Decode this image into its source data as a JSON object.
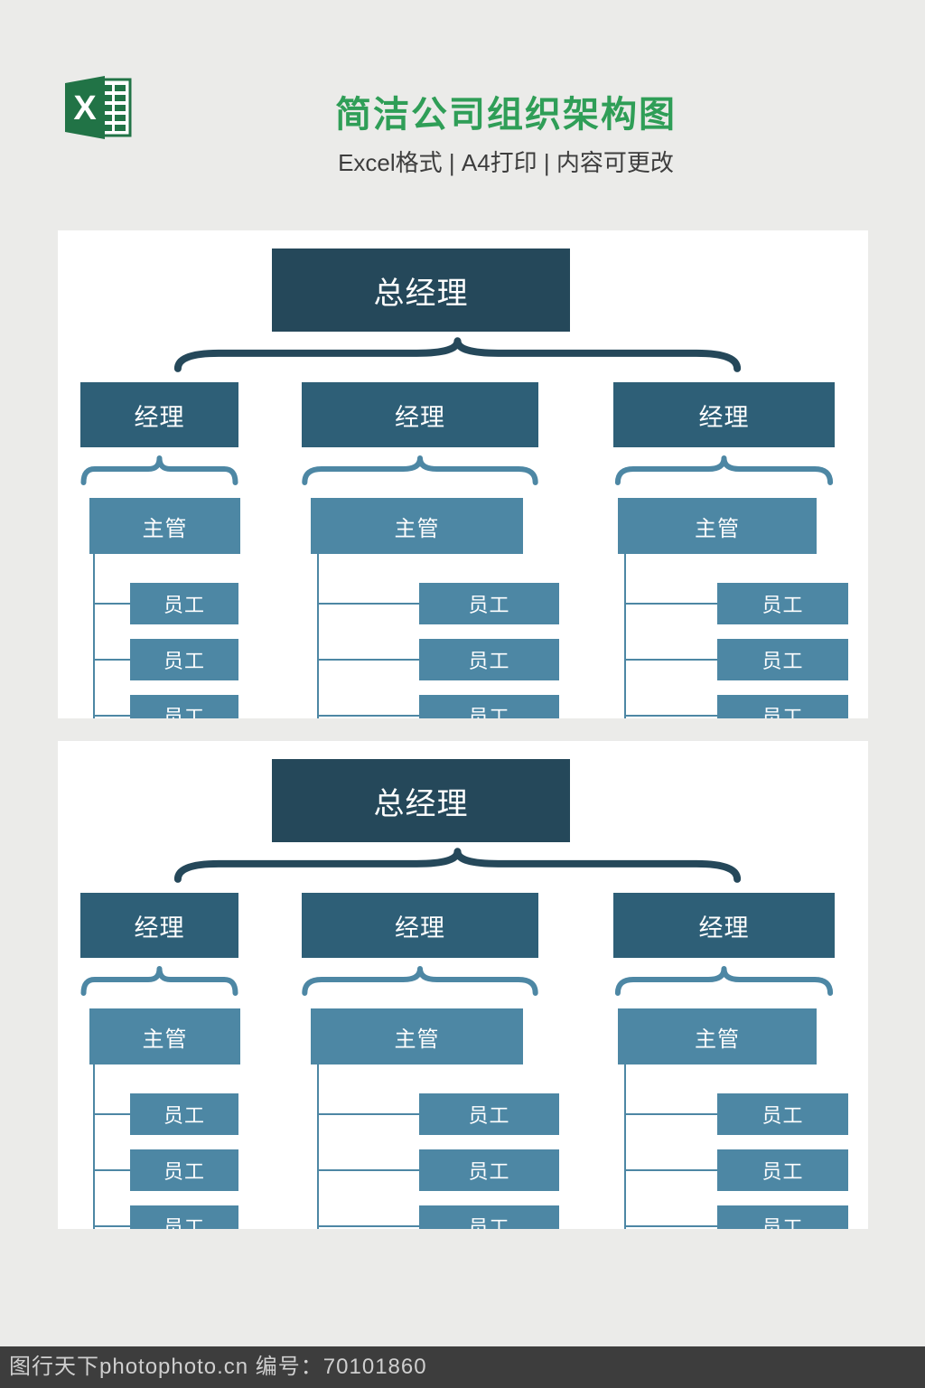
{
  "header": {
    "title": "简洁公司组织架构图",
    "subtitle": "Excel格式 | A4打印 | 内容可更改",
    "logo_letter": "X"
  },
  "org_chart": {
    "type": "org-tree",
    "panels": 2,
    "levels": [
      "总经理",
      "经理",
      "主管",
      "员工"
    ],
    "root_label": "总经理",
    "manager_label": "经理",
    "supervisor_label": "主管",
    "employee_label": "员工",
    "branch_count": 3,
    "employees_visible_per_branch": 3
  },
  "colors": {
    "title_green": "#2f9e57",
    "excel_green": "#217346",
    "root_box": "#25485a",
    "manager_box": "#2e5f77",
    "supervisor_box": "#4d87a4",
    "employee_box": "#4d87a4",
    "page_bg": "#ebebe9",
    "panel_bg": "#ffffff",
    "watermark_bg": "#3d3d3d"
  },
  "watermark": {
    "text": "图行天下photophoto.cn 编号：70101860"
  }
}
